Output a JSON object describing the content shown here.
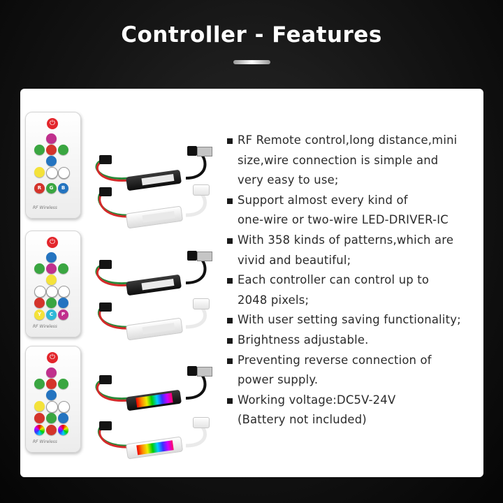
{
  "header": {
    "title": "Controller - Features"
  },
  "features": [
    [
      "RF Remote control,long distance,mini",
      "size,wire connection is simple and",
      "very easy to use;"
    ],
    [
      "Support almost every kind of",
      "one-wire or two-wire LED-DRIVER-IC"
    ],
    [
      "With 358 kinds of patterns,which are",
      "vivid and beautiful;"
    ],
    [
      "Each controller can control up to",
      "2048 pixels;"
    ],
    [
      "With user setting saving functionality;"
    ],
    [
      "Brightness adjustable."
    ],
    [
      "Preventing reverse connection of",
      "power supply."
    ],
    [
      "Working voltage:DC5V-24V",
      "(Battery not included)"
    ]
  ],
  "products": [
    {
      "remote_logo": "RF Wireless",
      "bottom_keys": [
        "R",
        "G",
        "B"
      ]
    },
    {
      "remote_logo": "RF Wireless",
      "bottom_keys": [
        "Y",
        "C",
        "P"
      ]
    },
    {
      "remote_logo": "RF Wireless",
      "bottom_keys": [
        "",
        "",
        ""
      ]
    }
  ],
  "colors": {
    "background": "#141414",
    "panel": "#ffffff",
    "text": "#2b2b2b",
    "power_button": "#e3262c"
  }
}
